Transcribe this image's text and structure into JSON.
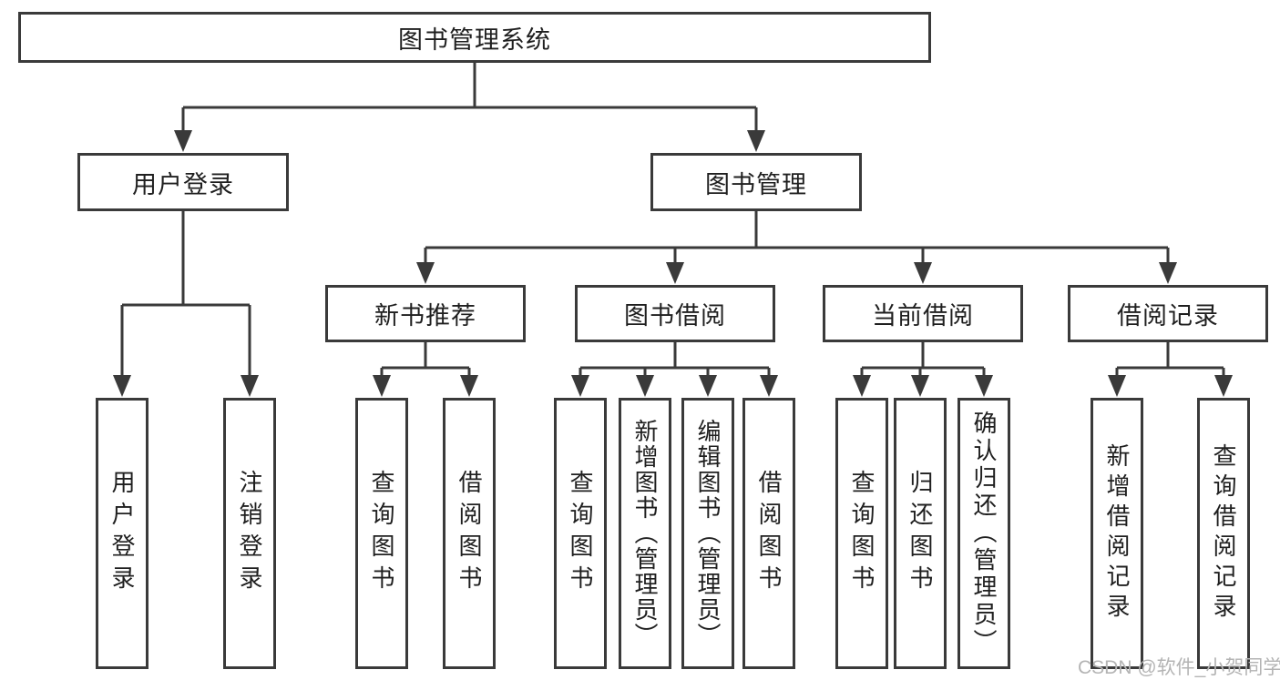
{
  "tree": {
    "label": "图书管理系统",
    "children": [
      {
        "label": "用户登录",
        "children": [
          {
            "label": "用户登录"
          },
          {
            "label": "注销登录"
          }
        ]
      },
      {
        "label": "图书管理",
        "children": [
          {
            "label": "新书推荐",
            "children": [
              {
                "label": "查询图书"
              },
              {
                "label": "借阅图书"
              }
            ]
          },
          {
            "label": "图书借阅",
            "children": [
              {
                "label": "查询图书"
              },
              {
                "label": "新增图书（管理员）"
              },
              {
                "label": "编辑图书（管理员）"
              },
              {
                "label": "借阅图书"
              }
            ]
          },
          {
            "label": "当前借阅",
            "children": [
              {
                "label": "查询图书"
              },
              {
                "label": "归还图书"
              },
              {
                "label": "确认归还（管理员）"
              }
            ]
          },
          {
            "label": "借阅记录",
            "children": [
              {
                "label": "新增借阅记录"
              },
              {
                "label": "查询借阅记录"
              }
            ]
          }
        ]
      }
    ]
  },
  "watermark": "CSDN @软件_小贺同学",
  "colors": {
    "line": "#3a3a3a",
    "text": "#1f1f1f",
    "watermark": "#b4b4b4",
    "background": "#ffffff"
  }
}
